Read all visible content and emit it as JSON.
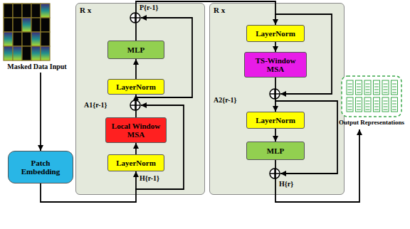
{
  "diagram": {
    "nodes": [
      {
        "text": [
          "Masked Data Input"
        ]
      },
      {
        "text": [
          "Patch Embedding"
        ]
      },
      {
        "text": [
          "R x"
        ]
      },
      {
        "text": [
          "MLP"
        ],
        "in": 2
      },
      {
        "text": [
          "LayerNorm"
        ],
        "in": 2
      },
      {
        "text": [
          "Local Window MSA"
        ],
        "in": 2
      },
      {
        "text": [
          "LayerNorm"
        ],
        "in": 2
      },
      {
        "text": [
          "R x"
        ]
      },
      {
        "text": [
          "LayerNorm"
        ],
        "in": 7
      },
      {
        "text": [
          "TS-Window MSA"
        ],
        "in": 7
      },
      {
        "text": [
          "LayerNorm"
        ],
        "in": 7
      },
      {
        "text": [
          "MLP"
        ],
        "in": 7
      },
      {
        "text": [
          "Output Representations"
        ]
      }
    ],
    "edges": [
      {
        "from": 0,
        "to": 1,
        "arrow": "to"
      },
      {
        "from": 1,
        "to": 6,
        "arrow": "to"
      },
      {
        "from": 6,
        "to": 5,
        "arrow": "to"
      },
      {
        "from": 5,
        "to": 4,
        "arrow": "to"
      },
      {
        "from": 4,
        "to": 3,
        "arrow": "to"
      },
      {
        "from": 3,
        "to": 8,
        "arrow": "to"
      },
      {
        "from": 8,
        "to": 9,
        "arrow": "to"
      },
      {
        "from": 9,
        "to": 10,
        "arrow": "to"
      },
      {
        "from": 10,
        "to": 11,
        "arrow": "to"
      },
      {
        "from": 11,
        "to": 12,
        "arrow": "to"
      }
    ],
    "labels": [
      "P{r-1}",
      "A1{r-1}",
      "H{r-1}",
      "A2{r-1}",
      "H{r}"
    ]
  }
}
